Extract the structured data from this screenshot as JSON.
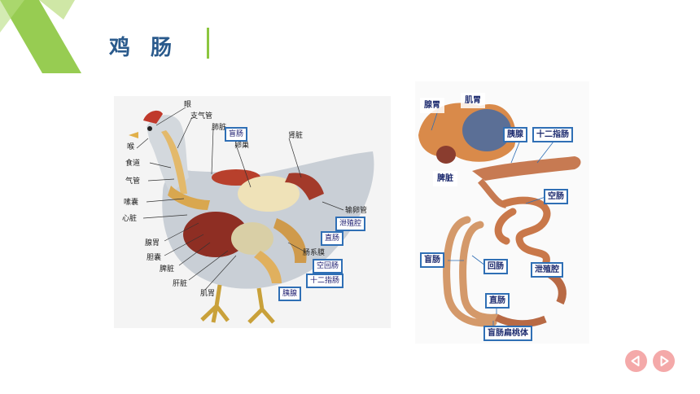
{
  "slide": {
    "title": "鸡 肠"
  },
  "chicken_figure": {
    "labels": [
      "眼",
      "支气管",
      "肺脏",
      "卵巢",
      "肾脏",
      "喉",
      "食道",
      "气管",
      "嗉囊",
      "心脏",
      "输卵管",
      "肠系膜",
      "腺胃",
      "胆囊",
      "脾脏",
      "肝脏",
      "肌胃"
    ],
    "boxed_labels": [
      "盲肠",
      "泄殖腔",
      "直肠",
      "空回肠",
      "十二指肠",
      "胰腺"
    ]
  },
  "intestine_figure": {
    "labels": [
      "腺胃",
      "肌胃",
      "脾脏"
    ],
    "boxed_labels": [
      "胰腺",
      "十二指肠",
      "空肠",
      "盲肠",
      "回肠",
      "泄殖腔",
      "直肠",
      "盲肠扁桃体"
    ]
  },
  "nav": {
    "prev_icon": "triangle-left-icon",
    "next_icon": "triangle-right-icon",
    "color": "#f4a9a9"
  }
}
